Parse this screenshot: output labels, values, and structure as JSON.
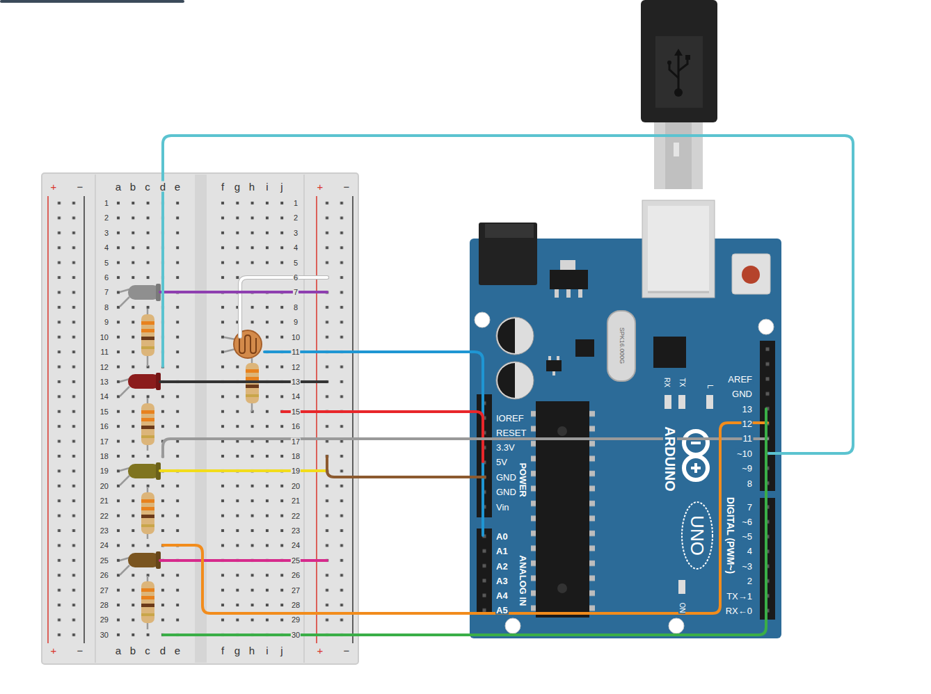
{
  "diagram": {
    "labels": [
      "+",
      "−",
      "a",
      "b",
      "c",
      "d",
      "e",
      "f",
      "g",
      "h",
      "i",
      "j",
      "+",
      "−",
      "1",
      "1",
      "2",
      "2",
      "3",
      "3",
      "4",
      "4",
      "5",
      "5",
      "6",
      "6",
      "7",
      "7",
      "8",
      "8",
      "9",
      "9",
      "10",
      "10",
      "11",
      "11",
      "12",
      "12",
      "13",
      "13",
      "14",
      "14",
      "15",
      "15",
      "16",
      "16",
      "17",
      "17",
      "18",
      "18",
      "19",
      "19",
      "20",
      "20",
      "21",
      "21",
      "22",
      "22",
      "23",
      "23",
      "24",
      "24",
      "25",
      "25",
      "26",
      "26",
      "27",
      "27",
      "28",
      "28",
      "29",
      "29",
      "30",
      "30",
      "+",
      "−",
      "a",
      "b",
      "c",
      "d",
      "e",
      "f",
      "g",
      "h",
      "i",
      "j",
      "+",
      "−",
      "SPK16.000G",
      "RX",
      "TX",
      "L",
      "AREF",
      "GND",
      "13",
      "12",
      "11",
      "~10",
      "~9",
      "8",
      "7",
      "~6",
      "~5",
      "4",
      "~3",
      "2",
      "TX→1",
      "RX←0",
      "DIGITAL (PWM~)",
      "ARDUINO",
      "UNO",
      "IOREF",
      "RESET",
      "3.3V",
      "5V",
      "GND",
      "GND",
      "Vin",
      "POWER",
      "A0",
      "A1",
      "A2",
      "A3",
      "A4",
      "A5",
      "ANALOG IN",
      "ON"
    ]
  }
}
